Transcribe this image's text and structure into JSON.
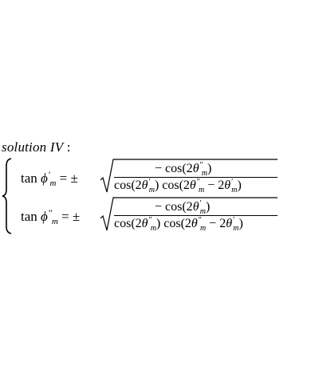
{
  "label": {
    "text": "solution IV",
    "colon": " :"
  },
  "equations": [
    {
      "lhs_func": "tan",
      "lhs_var": "ϕ",
      "lhs_prime": "′",
      "lhs_sub": "m",
      "rel": "= ±",
      "numerator": {
        "prefix": "− cos(2",
        "theta": "θ",
        "prime": "″",
        "sub": "m",
        "suffix": ")"
      },
      "denominator": {
        "p1": "cos(2",
        "t1": "θ",
        "pr1": "′",
        "s1": "m",
        "p2": ") cos(2",
        "t2": "θ",
        "pr2": "″",
        "s2": "m",
        "p3": " − 2",
        "t3": "θ",
        "pr3": "′",
        "s3": "m",
        "p4": ")"
      }
    },
    {
      "lhs_func": "tan",
      "lhs_var": "ϕ",
      "lhs_prime": "″",
      "lhs_sub": "m",
      "rel": "= ±",
      "numerator": {
        "prefix": "− cos(2",
        "theta": "θ",
        "prime": "′",
        "sub": "m",
        "suffix": ")"
      },
      "denominator": {
        "p1": "cos(2",
        "t1": "θ",
        "pr1": "″",
        "s1": "m",
        "p2": ") cos(2",
        "t2": "θ",
        "pr2": "″",
        "s2": "m",
        "p3": " − 2",
        "t3": "θ",
        "pr3": "′",
        "s3": "m",
        "p4": ")"
      }
    }
  ]
}
